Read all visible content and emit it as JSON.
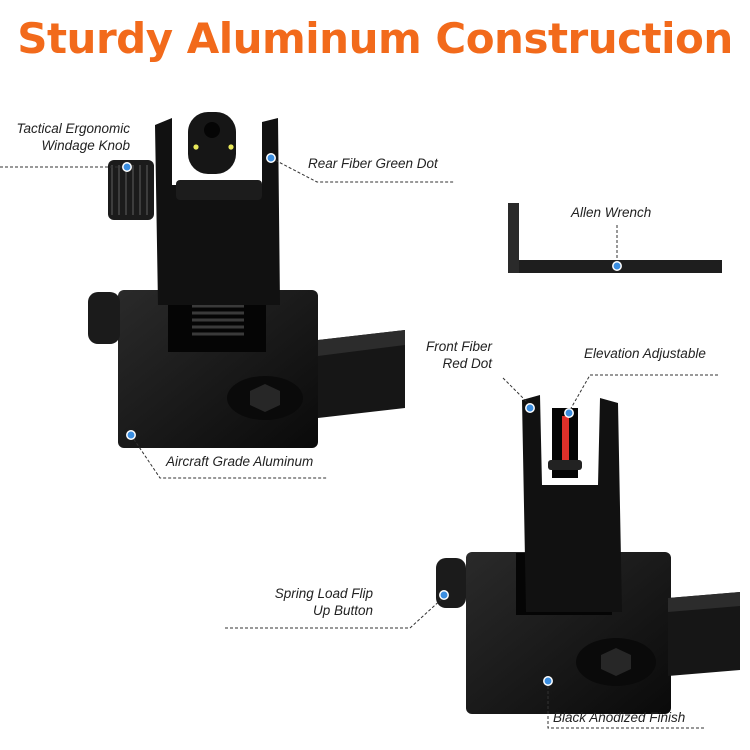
{
  "title": "Sturdy  Aluminum Construction",
  "callouts": {
    "windage_knob_line1": "Tactical Ergonomic",
    "windage_knob_line2": "Windage Knob",
    "rear_fiber": "Rear Fiber Green Dot",
    "allen_wrench": "Allen Wrench",
    "front_fiber_line1": "Front Fiber",
    "front_fiber_line2": "Red Dot",
    "elevation": "Elevation Adjustable",
    "aircraft_aluminum": "Aircraft Grade Aluminum",
    "spring_line1": "Spring Load Flip",
    "spring_line2": "Up Button",
    "anodized": "Black Anodized Finish"
  },
  "colors": {
    "title": "#f26a1b",
    "metal": "#141414",
    "dot": "#3b8ee0",
    "fiber_green": "#e8e85a",
    "fiber_red": "#e0302a"
  }
}
